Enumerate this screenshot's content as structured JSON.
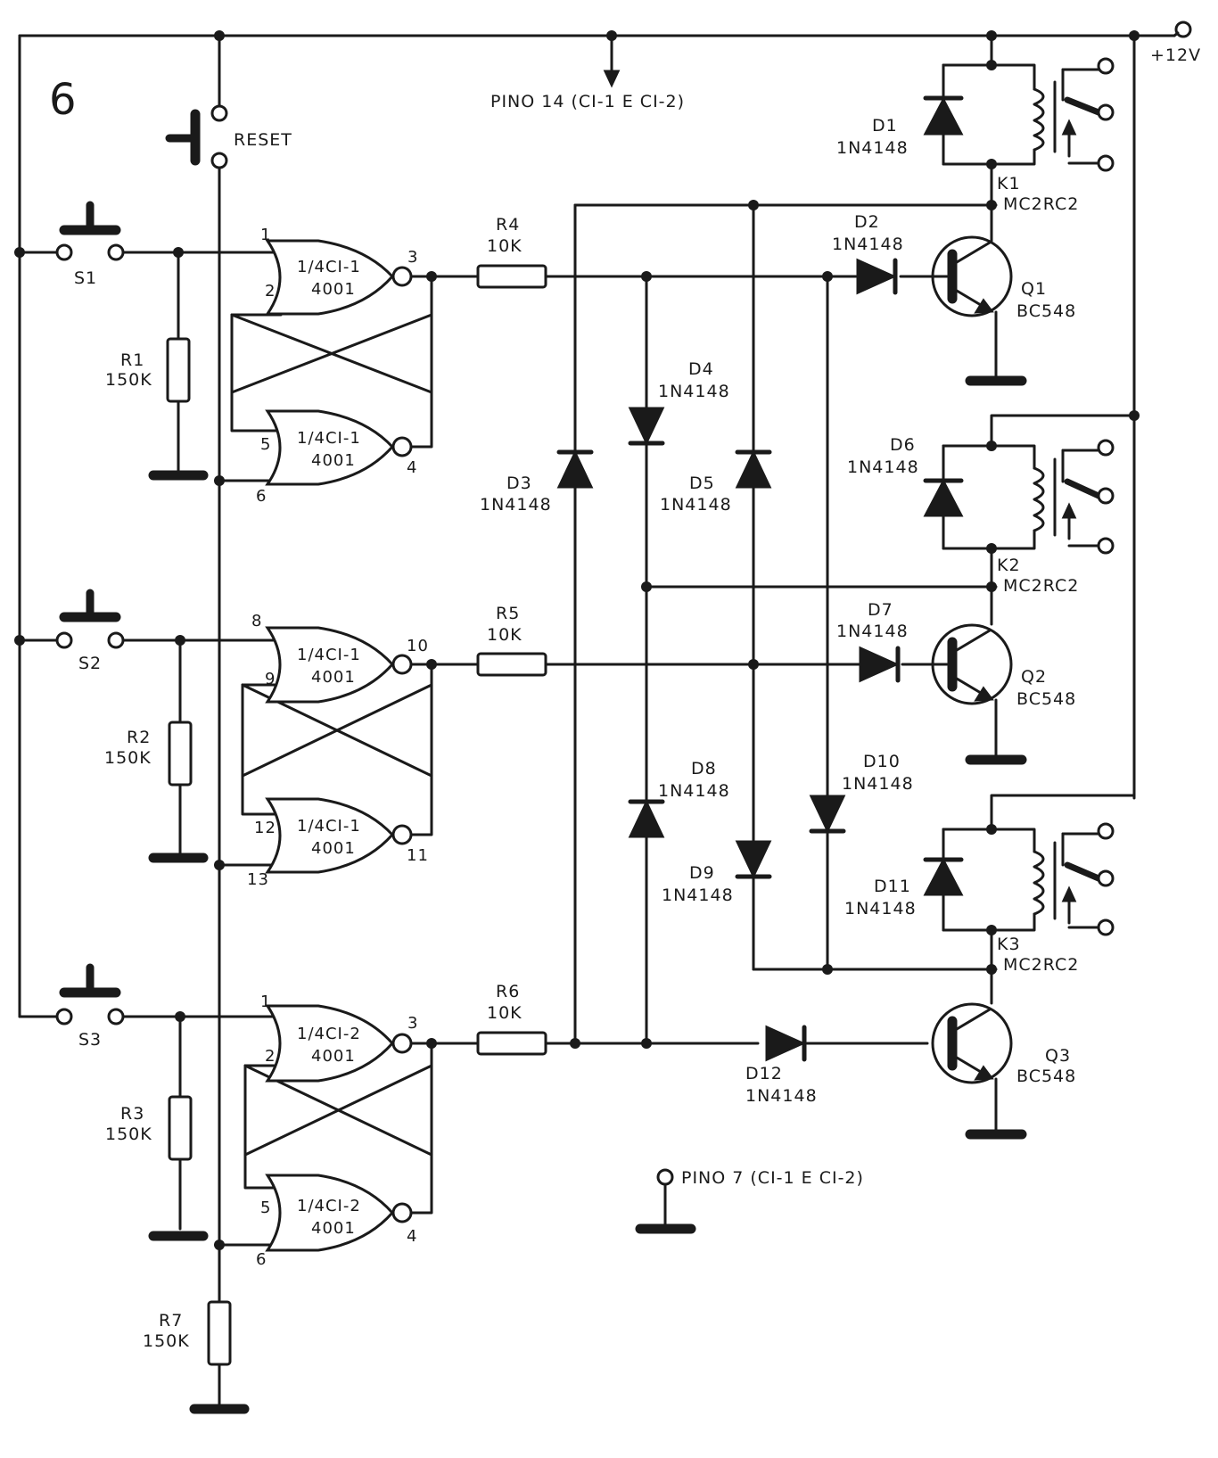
{
  "figure_number": "6",
  "supply": "+12V",
  "notes": {
    "pin14": "PINO 14 (CI-1 E CI-2)",
    "pin7": "PINO 7 (CI-1 E CI-2)"
  },
  "reset": "RESET",
  "switches": [
    "S1",
    "S2",
    "S3"
  ],
  "resistors": {
    "r1": [
      "R1",
      "150K"
    ],
    "r2": [
      "R2",
      "150K"
    ],
    "r3": [
      "R3",
      "150K"
    ],
    "r4": [
      "R4",
      "10K"
    ],
    "r5": [
      "R5",
      "10K"
    ],
    "r6": [
      "R6",
      "10K"
    ],
    "r7": [
      "R7",
      "150K"
    ]
  },
  "gates": {
    "g1": [
      "1/4CI-1",
      "4001"
    ],
    "g2": [
      "1/4CI-1",
      "4001"
    ],
    "g3": [
      "1/4CI-1",
      "4001"
    ],
    "g4": [
      "1/4CI-1",
      "4001"
    ],
    "g5": [
      "1/4CI-2",
      "4001"
    ],
    "g6": [
      "1/4CI-2",
      "4001"
    ]
  },
  "pins": {
    "g1": [
      "1",
      "2",
      "3"
    ],
    "g2": [
      "5",
      "6",
      "4"
    ],
    "g3": [
      "8",
      "9",
      "10"
    ],
    "g4": [
      "12",
      "13",
      "11"
    ],
    "g5": [
      "1",
      "2",
      "3"
    ],
    "g6": [
      "5",
      "6",
      "4"
    ]
  },
  "diodes": {
    "d1": [
      "D1",
      "1N4148"
    ],
    "d2": [
      "D2",
      "1N4148"
    ],
    "d3": [
      "D3",
      "1N4148"
    ],
    "d4": [
      "D4",
      "1N4148"
    ],
    "d5": [
      "D5",
      "1N4148"
    ],
    "d6": [
      "D6",
      "1N4148"
    ],
    "d7": [
      "D7",
      "1N4148"
    ],
    "d8": [
      "D8",
      "1N4148"
    ],
    "d9": [
      "D9",
      "1N4148"
    ],
    "d10": [
      "D10",
      "1N4148"
    ],
    "d11": [
      "D11",
      "1N4148"
    ],
    "d12": [
      "D12",
      "1N4148"
    ]
  },
  "transistors": {
    "q1": [
      "Q1",
      "BC548"
    ],
    "q2": [
      "Q2",
      "BC548"
    ],
    "q3": [
      "Q3",
      "BC548"
    ]
  },
  "relays": {
    "k1": [
      "K1",
      "MC2RC2"
    ],
    "k2": [
      "K2",
      "MC2RC2"
    ],
    "k3": [
      "K3",
      "MC2RC2"
    ]
  }
}
